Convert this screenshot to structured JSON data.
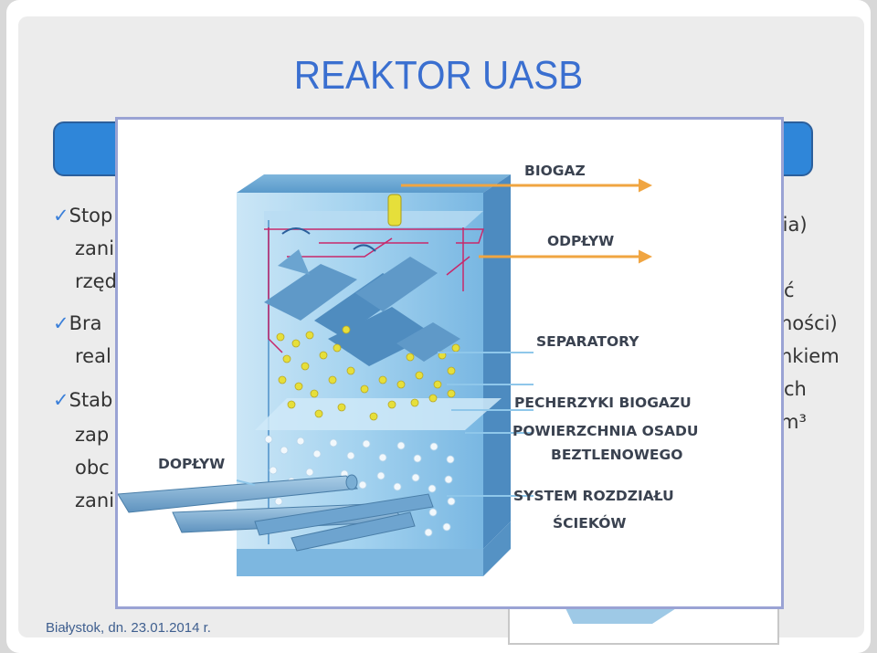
{
  "slide": {
    "title": "REAKTOR UASB",
    "footer": "Białystok, dn. 23.01.2014 r."
  },
  "bullets": {
    "check": "✓",
    "left_fragments": [
      "Stop",
      "zani",
      "rzęd",
      "Bra",
      "real",
      "Stab",
      "zap",
      "obc",
      "zani"
    ],
    "right_fragments": [
      "nnia)",
      "ć",
      "ności)",
      "nkiem",
      "ch",
      "m³"
    ]
  },
  "diagram": {
    "labels": {
      "biogaz": "BIOGAZ",
      "odplyw": "ODPŁYW",
      "separatory": "SEPARATORY",
      "pecherzyki": "PECHERZYKI BIOGAZU",
      "powierzchnia_1": "POWIERZCHNIA OSADU",
      "powierzchnia_2": "BEZTLENOWEGO",
      "doplyw": "DOPŁYW",
      "system_1": "SYSTEM ROZDZIAŁU",
      "system_2": "ŚCIEKÓW"
    },
    "colors": {
      "arrow": "#f0a541",
      "tank": "#8fc7ea",
      "bubble": "#e6df3a",
      "separator_line": "#c8286b"
    }
  }
}
